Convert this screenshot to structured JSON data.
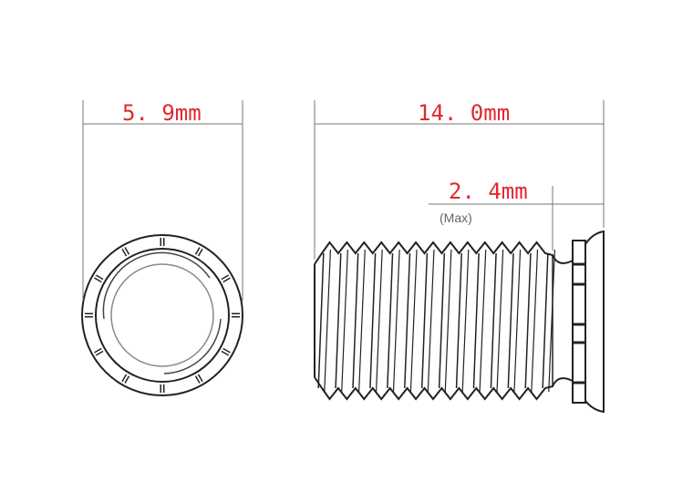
{
  "dimensions": {
    "diameter": "5. 9mm",
    "length": "14. 0mm",
    "head_thickness": "2. 4mm",
    "head_thickness_note": "(Max)"
  },
  "colors": {
    "dimension_text": "#e0282e",
    "lines": "#222222",
    "guide": "#777777"
  }
}
